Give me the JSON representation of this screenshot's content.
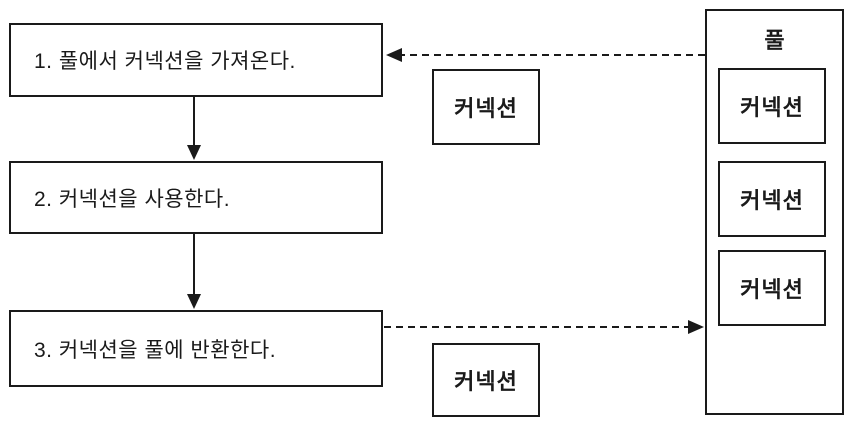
{
  "diagram": {
    "steps": [
      {
        "label": "1. 풀에서 커넥션을 가져온다."
      },
      {
        "label": "2. 커넥션을 사용한다."
      },
      {
        "label": "3. 커넥션을 풀에 반환한다."
      }
    ],
    "free_connections": [
      {
        "label": "커넥션"
      },
      {
        "label": "커넥션"
      }
    ],
    "pool": {
      "title": "풀",
      "connections": [
        {
          "label": "커넥션"
        },
        {
          "label": "커넥션"
        },
        {
          "label": "커넥션"
        }
      ]
    },
    "colors": {
      "line": "#1a1a1a",
      "background": "#ffffff"
    }
  }
}
